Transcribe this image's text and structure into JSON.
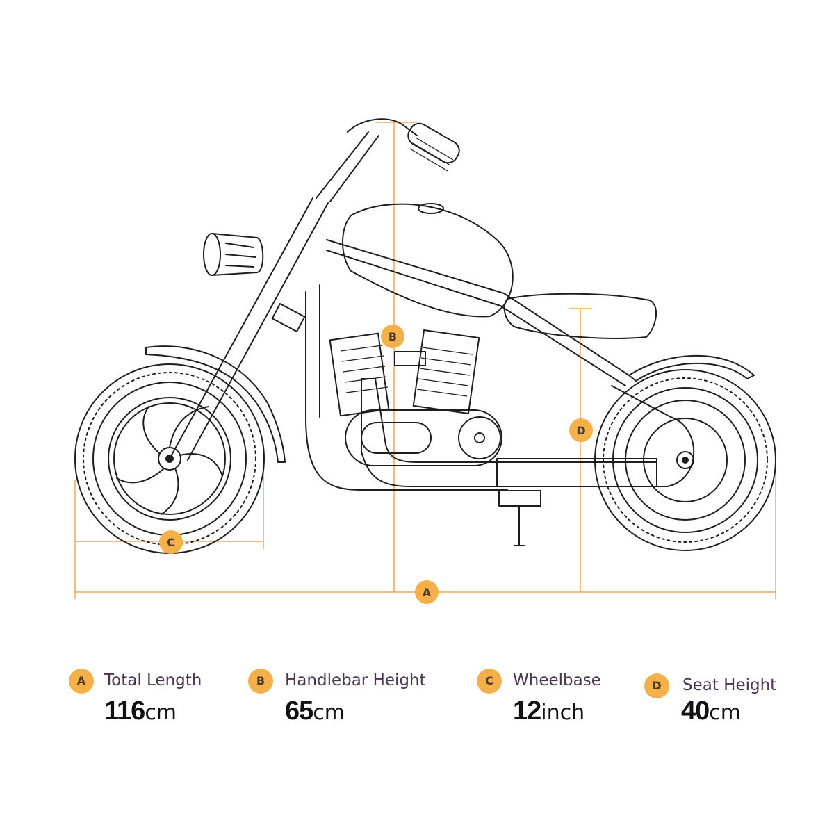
{
  "accent_color": "#F5B04A",
  "dimension_markers": {
    "A": "A",
    "B": "B",
    "C": "C",
    "D": "D"
  },
  "specs": [
    {
      "letter": "A",
      "label": "Total Length",
      "value": "116",
      "unit": "cm"
    },
    {
      "letter": "B",
      "label": "Handlebar Height",
      "value": "65",
      "unit": "cm"
    },
    {
      "letter": "C",
      "label": "Wheelbase",
      "value": "12",
      "unit": "inch"
    },
    {
      "letter": "D",
      "label": "Seat Height",
      "value": "40",
      "unit": "cm"
    }
  ]
}
